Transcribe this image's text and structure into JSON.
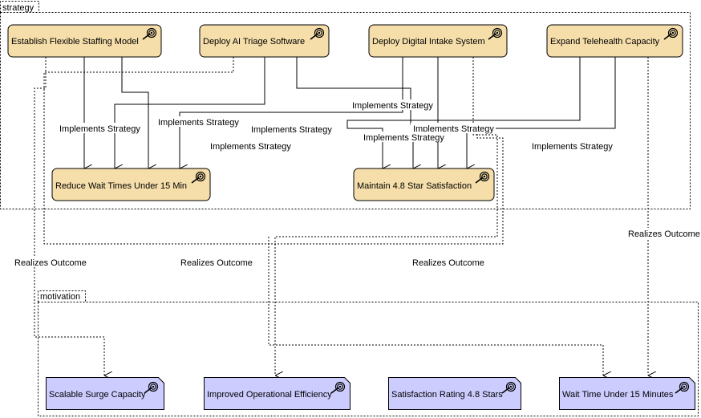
{
  "groups": {
    "strategy": "strategy",
    "motivation": "motivation"
  },
  "strategy_nodes": [
    {
      "label": "Establish Flexible Staffing Model",
      "icon": "target-icon"
    },
    {
      "label": "Deploy AI Triage Software",
      "icon": "target-icon"
    },
    {
      "label": "Deploy Digital Intake System",
      "icon": "target-icon"
    },
    {
      "label": "Expand Telehealth Capacity",
      "icon": "target-icon"
    },
    {
      "label": "Reduce Wait Times Under 15 Min",
      "icon": "target-icon"
    },
    {
      "label": "Maintain 4.8 Star Satisfaction",
      "icon": "target-icon"
    }
  ],
  "motivation_nodes": [
    {
      "label": "Scalable Surge Capacity",
      "icon": "outcome-target-icon"
    },
    {
      "label": "Improved Operational Efficiency",
      "icon": "outcome-target-icon"
    },
    {
      "label": "Satisfaction Rating 4.8 Stars",
      "icon": "outcome-target-icon"
    },
    {
      "label": "Wait Time Under 15 Minutes",
      "icon": "outcome-target-icon"
    }
  ],
  "edge_labels": {
    "implements_strategy": "Implements Strategy",
    "realizes_outcome": "Realizes Outcome"
  },
  "colors": {
    "strategy_fill": "#f5deaa",
    "motivation_fill": "#ccccff",
    "line": "#000000"
  }
}
